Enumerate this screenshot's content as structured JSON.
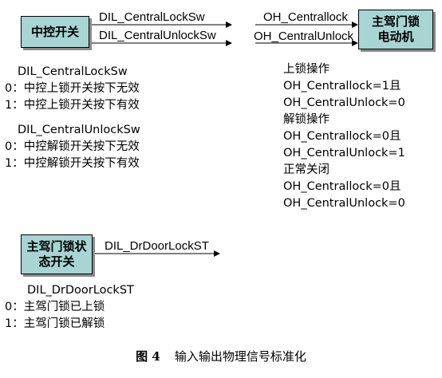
{
  "boxes": {
    "central": "中控开关",
    "motor_l1": "主驾门锁",
    "motor_l2": "电动机",
    "door_l1": "主驾门锁状",
    "door_l2": "态开关"
  },
  "signals": {
    "lock_sw": "DIL_CentralLockSw",
    "unlock_sw": "DIL_CentralUnlockSw",
    "oh_lock": "OH_Centrallock",
    "oh_unlock": "OH_CentralUnlock",
    "door_st": "DIL_DrDoorLockST"
  },
  "left_text": [
    "DIL_CentralLockSw",
    "0：中控上锁开关按下无效",
    "1：中控上锁开关按下有效",
    "DIL_CentralUnlockSw",
    "0：中控解锁开关按下无效",
    "1：中控解锁开关按下有效"
  ],
  "right_text": [
    "上锁操作",
    "OH_Centrallock=1且",
    "OH_CentralUnlock=0",
    "解锁操作",
    "OH_Centrallock=0且",
    "OH_CentralUnlock=1",
    "正常关闭",
    "OH_Centrallock=0且",
    "OH_CentralUnlock=0"
  ],
  "bottom_text": [
    "DIL_DrDoorLockST",
    "0：主驾门锁已上锁",
    "1：主驾门锁已解锁"
  ],
  "caption": {
    "figure": "图 4",
    "text": "输入输出物理信号标准化"
  }
}
